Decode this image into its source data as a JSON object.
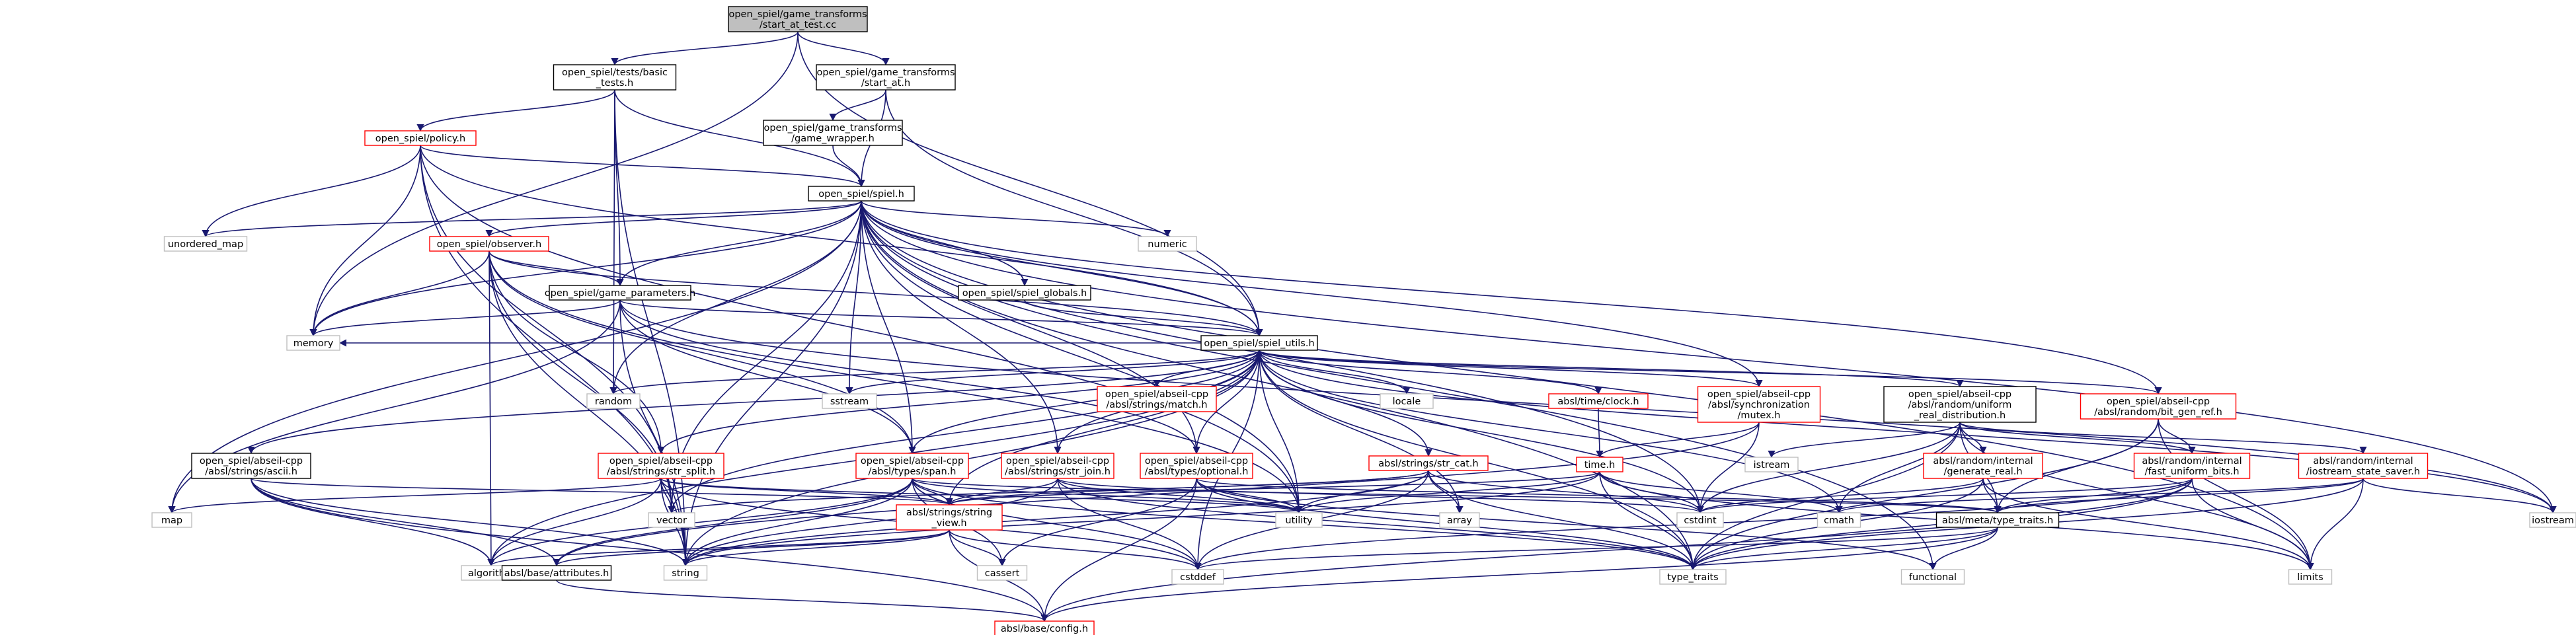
{
  "colors": {
    "root_fill": "#bfbfbf",
    "node_fill": "#ffffff",
    "normal_border": "#000000",
    "truncated_border": "#ff0000",
    "external_border": "#bfbfbf",
    "text": "#000000",
    "edge": "#191970"
  },
  "nodes": {
    "root": {
      "lines": [
        "open_spiel/game_transforms",
        "/start_at_test.cc"
      ],
      "kind": "root"
    },
    "basic_tests": {
      "lines": [
        "open_spiel/tests/basic",
        "_tests.h"
      ],
      "kind": "normal"
    },
    "start_at": {
      "lines": [
        "open_spiel/game_transforms",
        "/start_at.h"
      ],
      "kind": "normal"
    },
    "policy": {
      "lines": [
        "open_spiel/policy.h"
      ],
      "kind": "truncated"
    },
    "game_wrapper": {
      "lines": [
        "open_spiel/game_transforms",
        "/game_wrapper.h"
      ],
      "kind": "normal"
    },
    "spiel": {
      "lines": [
        "open_spiel/spiel.h"
      ],
      "kind": "normal"
    },
    "unordered_map": {
      "lines": [
        "unordered_map"
      ],
      "kind": "external"
    },
    "numeric": {
      "lines": [
        "numeric"
      ],
      "kind": "external"
    },
    "observer": {
      "lines": [
        "open_spiel/observer.h"
      ],
      "kind": "truncated"
    },
    "spiel_globals": {
      "lines": [
        "open_spiel/spiel_globals.h"
      ],
      "kind": "normal"
    },
    "game_parameters": {
      "lines": [
        "open_spiel/game_parameters.h"
      ],
      "kind": "normal"
    },
    "memory": {
      "lines": [
        "memory"
      ],
      "kind": "external"
    },
    "spiel_utils": {
      "lines": [
        "open_spiel/spiel_utils.h"
      ],
      "kind": "normal"
    },
    "random": {
      "lines": [
        "random"
      ],
      "kind": "external"
    },
    "sstream": {
      "lines": [
        "sstream"
      ],
      "kind": "external"
    },
    "match": {
      "lines": [
        "open_spiel/abseil-cpp",
        "/absl/strings/match.h"
      ],
      "kind": "truncated"
    },
    "locale": {
      "lines": [
        "locale"
      ],
      "kind": "external"
    },
    "time_clock": {
      "lines": [
        "absl/time/clock.h"
      ],
      "kind": "truncated"
    },
    "mutex": {
      "lines": [
        "open_spiel/abseil-cpp",
        "/absl/synchronization",
        "/mutex.h"
      ],
      "kind": "truncated"
    },
    "uniform_real": {
      "lines": [
        "open_spiel/abseil-cpp",
        "/absl/random/uniform",
        "_real_distribution.h"
      ],
      "kind": "normal"
    },
    "bit_gen_ref": {
      "lines": [
        "open_spiel/abseil-cpp",
        "/absl/random/bit_gen_ref.h"
      ],
      "kind": "truncated"
    },
    "ascii": {
      "lines": [
        "open_spiel/abseil-cpp",
        "/absl/strings/ascii.h"
      ],
      "kind": "normal"
    },
    "str_split": {
      "lines": [
        "open_spiel/abseil-cpp",
        "/absl/strings/str_split.h"
      ],
      "kind": "truncated"
    },
    "span": {
      "lines": [
        "open_spiel/abseil-cpp",
        "/absl/types/span.h"
      ],
      "kind": "truncated"
    },
    "str_join": {
      "lines": [
        "open_spiel/abseil-cpp",
        "/absl/strings/str_join.h"
      ],
      "kind": "truncated"
    },
    "optional": {
      "lines": [
        "open_spiel/abseil-cpp",
        "/absl/types/optional.h"
      ],
      "kind": "truncated"
    },
    "str_cat": {
      "lines": [
        "absl/strings/str_cat.h"
      ],
      "kind": "truncated"
    },
    "time_h": {
      "lines": [
        "time.h"
      ],
      "kind": "truncated"
    },
    "istream": {
      "lines": [
        "istream"
      ],
      "kind": "external"
    },
    "generate_real": {
      "lines": [
        "absl/random/internal",
        "/generate_real.h"
      ],
      "kind": "truncated"
    },
    "fast_uniform": {
      "lines": [
        "absl/random/internal",
        "/fast_uniform_bits.h"
      ],
      "kind": "truncated"
    },
    "iostream_saver": {
      "lines": [
        "absl/random/internal",
        "/iostream_state_saver.h"
      ],
      "kind": "truncated"
    },
    "iostream": {
      "lines": [
        "iostream"
      ],
      "kind": "external"
    },
    "map": {
      "lines": [
        "map"
      ],
      "kind": "external"
    },
    "vector": {
      "lines": [
        "vector"
      ],
      "kind": "external"
    },
    "string_view": {
      "lines": [
        "absl/strings/string",
        "_view.h"
      ],
      "kind": "truncated"
    },
    "utility": {
      "lines": [
        "utility"
      ],
      "kind": "external"
    },
    "array": {
      "lines": [
        "array"
      ],
      "kind": "external"
    },
    "cstdint": {
      "lines": [
        "cstdint"
      ],
      "kind": "external"
    },
    "cmath": {
      "lines": [
        "cmath"
      ],
      "kind": "external"
    },
    "type_traits_h": {
      "lines": [
        "absl/meta/type_traits.h"
      ],
      "kind": "normal"
    },
    "algorithm": {
      "lines": [
        "algorithm"
      ],
      "kind": "external"
    },
    "attributes": {
      "lines": [
        "absl/base/attributes.h"
      ],
      "kind": "normal"
    },
    "string": {
      "lines": [
        "string"
      ],
      "kind": "external"
    },
    "cassert": {
      "lines": [
        "cassert"
      ],
      "kind": "external"
    },
    "cstddef": {
      "lines": [
        "cstddef"
      ],
      "kind": "external"
    },
    "type_traits": {
      "lines": [
        "type_traits"
      ],
      "kind": "external"
    },
    "functional": {
      "lines": [
        "functional"
      ],
      "kind": "external"
    },
    "limits": {
      "lines": [
        "limits"
      ],
      "kind": "external"
    },
    "config": {
      "lines": [
        "absl/base/config.h"
      ],
      "kind": "truncated"
    }
  },
  "edges": [
    [
      "root",
      "basic_tests"
    ],
    [
      "root",
      "start_at"
    ],
    [
      "root",
      "memory"
    ],
    [
      "root",
      "spiel_utils"
    ],
    [
      "basic_tests",
      "policy"
    ],
    [
      "basic_tests",
      "spiel"
    ],
    [
      "basic_tests",
      "game_parameters"
    ],
    [
      "basic_tests",
      "random"
    ],
    [
      "basic_tests",
      "string"
    ],
    [
      "start_at",
      "game_wrapper"
    ],
    [
      "start_at",
      "spiel"
    ],
    [
      "start_at",
      "spiel_utils"
    ],
    [
      "game_wrapper",
      "spiel"
    ],
    [
      "policy",
      "spiel"
    ],
    [
      "policy",
      "unordered_map"
    ],
    [
      "policy",
      "memory"
    ],
    [
      "policy",
      "string"
    ],
    [
      "policy",
      "spiel_utils"
    ],
    [
      "policy",
      "vector"
    ],
    [
      "policy",
      "utility"
    ],
    [
      "spiel",
      "unordered_map"
    ],
    [
      "spiel",
      "numeric"
    ],
    [
      "spiel",
      "observer"
    ],
    [
      "spiel",
      "spiel_globals"
    ],
    [
      "spiel",
      "game_parameters"
    ],
    [
      "spiel",
      "memory"
    ],
    [
      "spiel",
      "spiel_utils"
    ],
    [
      "spiel",
      "random"
    ],
    [
      "spiel",
      "sstream"
    ],
    [
      "spiel",
      "mutex"
    ],
    [
      "spiel",
      "bit_gen_ref"
    ],
    [
      "spiel",
      "span"
    ],
    [
      "spiel",
      "optional"
    ],
    [
      "spiel",
      "map"
    ],
    [
      "spiel",
      "vector"
    ],
    [
      "spiel",
      "string"
    ],
    [
      "spiel",
      "cstdint"
    ],
    [
      "spiel",
      "iostream"
    ],
    [
      "spiel",
      "limits"
    ],
    [
      "spiel",
      "utility"
    ],
    [
      "spiel",
      "functional"
    ],
    [
      "spiel",
      "str_join"
    ],
    [
      "spiel",
      "type_traits"
    ],
    [
      "observer",
      "game_parameters"
    ],
    [
      "observer",
      "memory"
    ],
    [
      "observer",
      "spiel_utils"
    ],
    [
      "observer",
      "vector"
    ],
    [
      "observer",
      "string"
    ],
    [
      "observer",
      "span"
    ],
    [
      "observer",
      "str_split"
    ],
    [
      "observer",
      "utility"
    ],
    [
      "observer",
      "algorithm"
    ],
    [
      "spiel_globals",
      "spiel_utils"
    ],
    [
      "game_parameters",
      "memory"
    ],
    [
      "game_parameters",
      "spiel_utils"
    ],
    [
      "game_parameters",
      "map"
    ],
    [
      "game_parameters",
      "string"
    ],
    [
      "game_parameters",
      "span"
    ],
    [
      "game_parameters",
      "optional"
    ],
    [
      "game_parameters",
      "iostream"
    ],
    [
      "spiel_utils",
      "random"
    ],
    [
      "spiel_utils",
      "sstream"
    ],
    [
      "spiel_utils",
      "match"
    ],
    [
      "spiel_utils",
      "locale"
    ],
    [
      "spiel_utils",
      "time_clock"
    ],
    [
      "spiel_utils",
      "mutex"
    ],
    [
      "spiel_utils",
      "uniform_real"
    ],
    [
      "spiel_utils",
      "bit_gen_ref"
    ],
    [
      "spiel_utils",
      "ascii"
    ],
    [
      "spiel_utils",
      "str_split"
    ],
    [
      "spiel_utils",
      "span"
    ],
    [
      "spiel_utils",
      "str_join"
    ],
    [
      "spiel_utils",
      "optional"
    ],
    [
      "spiel_utils",
      "str_cat"
    ],
    [
      "spiel_utils",
      "string_view"
    ],
    [
      "spiel_utils",
      "utility"
    ],
    [
      "spiel_utils",
      "array"
    ],
    [
      "spiel_utils",
      "cstdint"
    ],
    [
      "spiel_utils",
      "cmath"
    ],
    [
      "spiel_utils",
      "vector"
    ],
    [
      "spiel_utils",
      "string"
    ],
    [
      "spiel_utils",
      "type_traits"
    ],
    [
      "spiel_utils",
      "iostream"
    ],
    [
      "spiel_utils",
      "cstddef"
    ],
    [
      "spiel_utils",
      "algorithm"
    ],
    [
      "spiel_utils",
      "memory"
    ],
    [
      "time_clock",
      "time_h"
    ],
    [
      "mutex",
      "time_h"
    ],
    [
      "mutex",
      "cstdint"
    ],
    [
      "mutex",
      "attributes"
    ],
    [
      "uniform_real",
      "istream"
    ],
    [
      "uniform_real",
      "generate_real"
    ],
    [
      "uniform_real",
      "fast_uniform"
    ],
    [
      "uniform_real",
      "iostream_saver"
    ],
    [
      "uniform_real",
      "type_traits_h"
    ],
    [
      "uniform_real",
      "cmath"
    ],
    [
      "uniform_real",
      "cstdint"
    ],
    [
      "uniform_real",
      "limits"
    ],
    [
      "uniform_real",
      "type_traits"
    ],
    [
      "bit_gen_ref",
      "fast_uniform"
    ],
    [
      "bit_gen_ref",
      "type_traits_h"
    ],
    [
      "bit_gen_ref",
      "limits"
    ],
    [
      "bit_gen_ref",
      "type_traits"
    ],
    [
      "ascii",
      "algorithm"
    ],
    [
      "ascii",
      "string"
    ],
    [
      "ascii",
      "attributes"
    ],
    [
      "ascii",
      "config"
    ],
    [
      "ascii",
      "string_view"
    ],
    [
      "str_split",
      "map"
    ],
    [
      "str_split",
      "vector"
    ],
    [
      "str_split",
      "string"
    ],
    [
      "str_split",
      "algorithm"
    ],
    [
      "str_split",
      "utility"
    ],
    [
      "str_split",
      "string_view"
    ],
    [
      "str_split",
      "cstddef"
    ],
    [
      "span",
      "algorithm"
    ],
    [
      "span",
      "cassert"
    ],
    [
      "span",
      "cstddef"
    ],
    [
      "span",
      "string"
    ],
    [
      "span",
      "type_traits"
    ],
    [
      "span",
      "utility"
    ],
    [
      "span",
      "string_view"
    ],
    [
      "span",
      "type_traits_h"
    ],
    [
      "span",
      "attributes"
    ],
    [
      "str_join",
      "string_view"
    ],
    [
      "str_join",
      "string"
    ],
    [
      "str_join",
      "utility"
    ],
    [
      "str_join",
      "type_traits"
    ],
    [
      "str_join",
      "cstdint"
    ],
    [
      "str_join",
      "cstddef"
    ],
    [
      "optional",
      "cassert"
    ],
    [
      "optional",
      "type_traits"
    ],
    [
      "optional",
      "utility"
    ],
    [
      "optional",
      "config"
    ],
    [
      "optional",
      "functional"
    ],
    [
      "optional",
      "type_traits_h"
    ],
    [
      "str_cat",
      "array"
    ],
    [
      "str_cat",
      "cstdint"
    ],
    [
      "str_cat",
      "string"
    ],
    [
      "str_cat",
      "type_traits"
    ],
    [
      "str_cat",
      "vector"
    ],
    [
      "str_cat",
      "utility"
    ],
    [
      "str_cat",
      "string_view"
    ],
    [
      "str_cat",
      "cstddef"
    ],
    [
      "time_h",
      "cstdint"
    ],
    [
      "time_h",
      "cmath"
    ],
    [
      "time_h",
      "type_traits"
    ],
    [
      "time_h",
      "utility"
    ],
    [
      "time_h",
      "limits"
    ],
    [
      "time_h",
      "string"
    ],
    [
      "time_h",
      "string_view"
    ],
    [
      "generate_real",
      "cstdint"
    ],
    [
      "generate_real",
      "type_traits_h"
    ],
    [
      "generate_real",
      "limits"
    ],
    [
      "generate_real",
      "type_traits"
    ],
    [
      "fast_uniform",
      "cstddef"
    ],
    [
      "fast_uniform",
      "cstdint"
    ],
    [
      "fast_uniform",
      "type_traits_h"
    ],
    [
      "fast_uniform",
      "limits"
    ],
    [
      "fast_uniform",
      "type_traits"
    ],
    [
      "fast_uniform",
      "config"
    ],
    [
      "iostream_saver",
      "cmath"
    ],
    [
      "iostream_saver",
      "iostream"
    ],
    [
      "iostream_saver",
      "limits"
    ],
    [
      "iostream_saver",
      "type_traits"
    ],
    [
      "iostream_saver",
      "type_traits_h"
    ],
    [
      "string_view",
      "string"
    ],
    [
      "string_view",
      "algorithm"
    ],
    [
      "string_view",
      "cassert"
    ],
    [
      "string_view",
      "cstddef"
    ],
    [
      "string_view",
      "config"
    ],
    [
      "string_view",
      "attributes"
    ],
    [
      "type_traits_h",
      "cstddef"
    ],
    [
      "type_traits_h",
      "functional"
    ],
    [
      "type_traits_h",
      "type_traits"
    ],
    [
      "type_traits_h",
      "config"
    ],
    [
      "attributes",
      "config"
    ]
  ]
}
